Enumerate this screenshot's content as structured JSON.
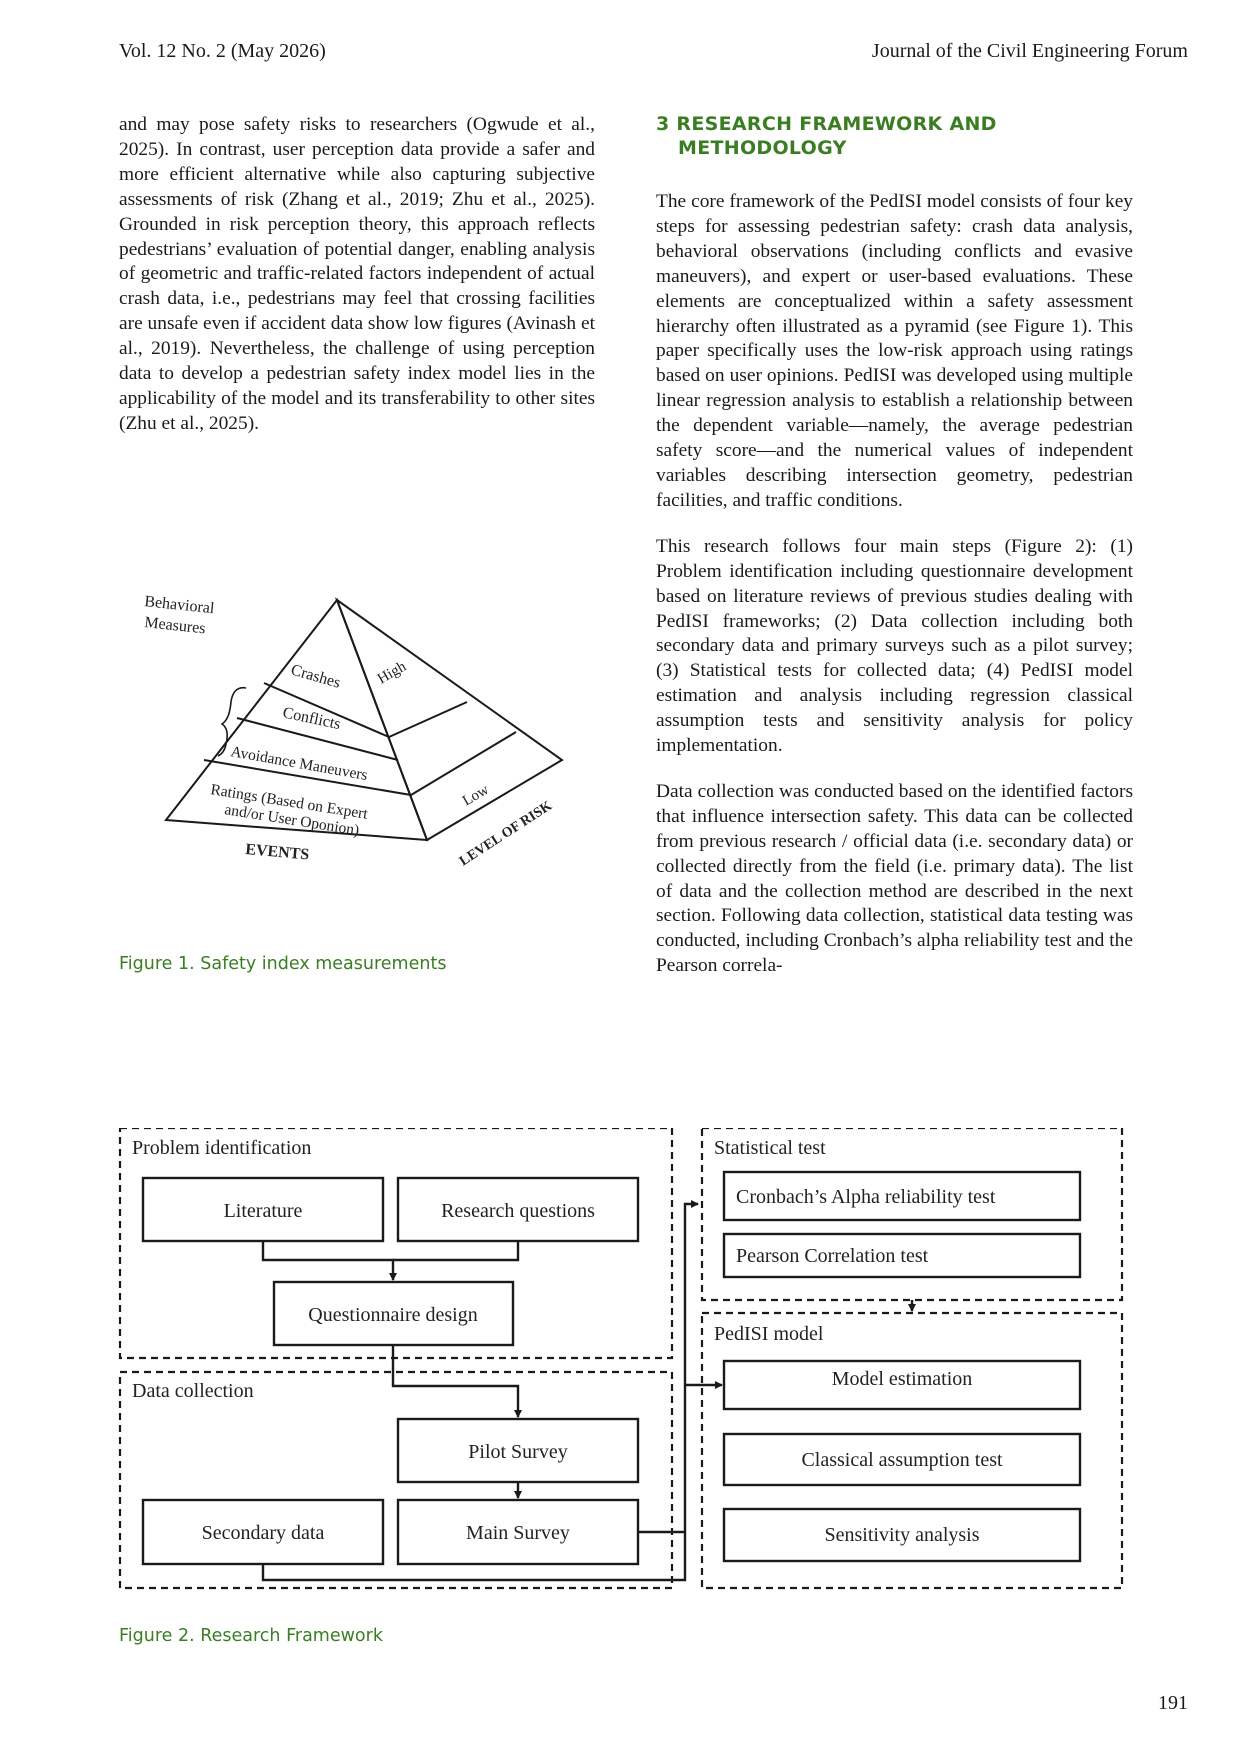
{
  "header": {
    "left": "Vol.  12 No. 2 (May 2026)",
    "right": "Journal of the Civil Engineering Forum"
  },
  "left_column": {
    "paragraph_1": "and may pose safety risks to researchers (Ogwude et al., 2025). In contrast, user perception data provide a safer and more efficient alternative while also capturing subjective assessments of risk (Zhang et al., 2019; Zhu et al., 2025). Grounded in risk perception theory, this approach reflects pedestrians’ evaluation of potential danger, enabling analysis of geometric and traffic-related factors independent of actual crash data, i.e., pedestrians may feel that crossing facilities are unsafe even if accident data show low figures (Avinash et al., 2019). Nevertheless, the challenge of using perception data to develop a pedestrian safety index model lies in the applicability of the model and its transferability to other sites (Zhu et al., 2025)."
  },
  "right_column": {
    "section_heading": "3 RESEARCH FRAMEWORK AND METHODOLOGY",
    "paragraph_1": "The core framework of the PedISI model consists of four key steps for assessing pedestrian safety: crash data analysis, behavioral observations (including conflicts and evasive maneuvers), and expert or user-based evaluations. These elements are conceptualized within a safety assessment hierarchy often illustrated as a pyramid (see Figure 1). This paper specifically uses the low-risk approach using ratings based on user opinions. PedISI was developed using multiple linear regression analysis to establish a relationship between the dependent variable—namely, the average pedestrian safety score—and the numerical values of independent variables describing intersection geometry, pedestrian facilities, and traffic conditions.",
    "paragraph_2": "This research follows four main steps (Figure 2): (1) Problem identification including questionnaire development based on literature reviews of previous studies dealing with PedISI frameworks; (2) Data collection including both secondary data and primary surveys such as a pilot survey; (3) Statistical tests for collected data; (4) PedISI model estimation and analysis including regression classical assumption tests and sensitivity analysis for policy implementation.",
    "paragraph_3": "Data collection was conducted based on the identified factors that influence intersection safety. This data can be collected from previous research / official data (i.e. secondary data) or collected directly from the field (i.e. primary data). The list of data and the collection method are described in the next section. Following data collection, statistical data testing was conducted, including Cronbach’s alpha reliability test and the Pearson correla-"
  },
  "figure_1": {
    "caption": "Figure 1.  Safety index measurements",
    "layers": {
      "crashes": "Crashes",
      "conflicts": "Conflicts",
      "avoidance": "Avoidance Maneuvers",
      "ratings_line1": "Ratings (Based on Expert",
      "ratings_line2": "and/or User Oponion)"
    },
    "behavioral_line1": "Behavioral",
    "behavioral_line2": "Measures",
    "events": "EVENTS",
    "high": "High",
    "low": "Low",
    "level_of_risk": "LEVEL OF RISK"
  },
  "figure_2": {
    "caption": "Figure 2.  Research Framework",
    "problem_identification": {
      "title": "Problem identification",
      "literature": "Literature",
      "research_questions": "Research questions",
      "questionnaire_design": "Questionnaire design"
    },
    "data_collection": {
      "title": "Data collection",
      "pilot_survey": "Pilot Survey",
      "secondary_data": "Secondary data",
      "main_survey": "Main Survey"
    },
    "statistical_test": {
      "title": "Statistical test",
      "cronbach": "Cronbach’s Alpha reliability  test",
      "pearson": "Pearson Correlation test"
    },
    "pedisi_model": {
      "title": "PedISI model",
      "model_estimation": "Model estimation",
      "classical_assumption": "Classical assumption test",
      "sensitivity_analysis": "Sensitivity analysis"
    }
  },
  "page_number": "191"
}
